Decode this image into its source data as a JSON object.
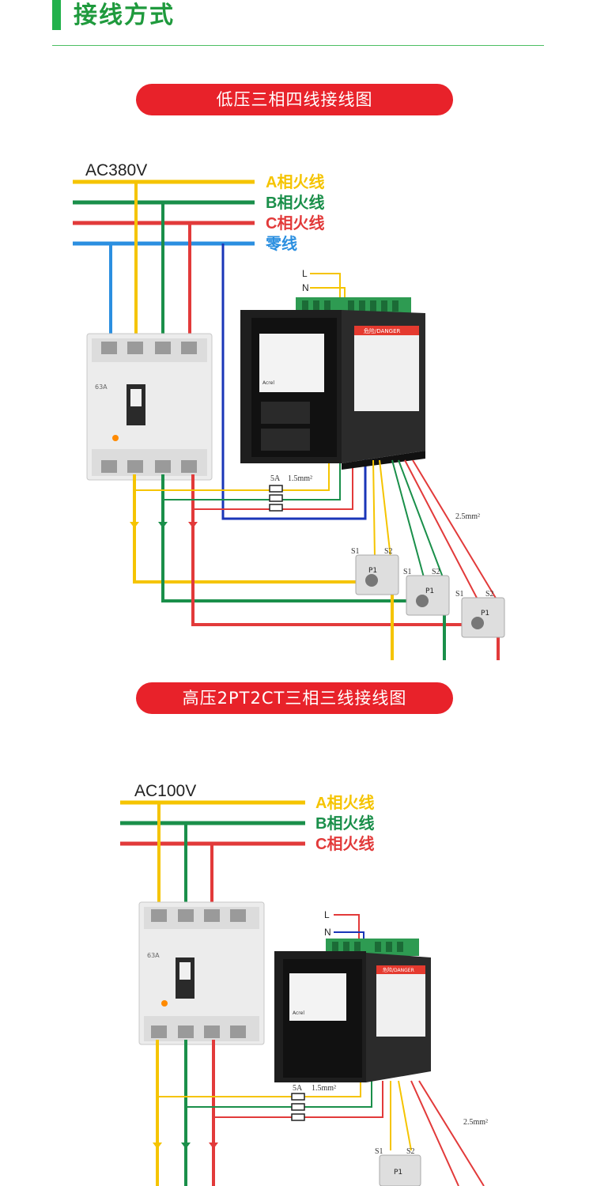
{
  "header": {
    "title": "接线方式"
  },
  "sections": [
    {
      "title": "低压三相四线接线图",
      "voltage": "AC380V",
      "lines": [
        {
          "label": "A相火线",
          "color": "#f5c400"
        },
        {
          "label": "B相火线",
          "color": "#1a8f4a"
        },
        {
          "label": "C相火线",
          "color": "#e23a3a"
        },
        {
          "label": "零线",
          "color": "#2b8fe0"
        }
      ],
      "meter_terminals": [
        "L",
        "N"
      ],
      "fuse_label": "5A",
      "wire_small": "1.5mm²",
      "wire_large": "2.5mm²",
      "ct_labels": [
        "S1",
        "S2",
        "P1"
      ]
    },
    {
      "title": "高压2PT2CT三相三线接线图",
      "voltage": "AC100V",
      "lines": [
        {
          "label": "A相火线",
          "color": "#f5c400"
        },
        {
          "label": "B相火线",
          "color": "#1a8f4a"
        },
        {
          "label": "C相火线",
          "color": "#e23a3a"
        }
      ],
      "meter_terminals": [
        "L",
        "N"
      ],
      "fuse_label": "5A",
      "wire_small": "1.5mm²",
      "wire_large": "2.5mm²",
      "ct_labels": [
        "S1",
        "S2",
        "P1"
      ]
    }
  ],
  "meter": {
    "warning_label": "危险/DANGER",
    "brand": "Acrel"
  },
  "breaker": {
    "rating": "63A"
  }
}
